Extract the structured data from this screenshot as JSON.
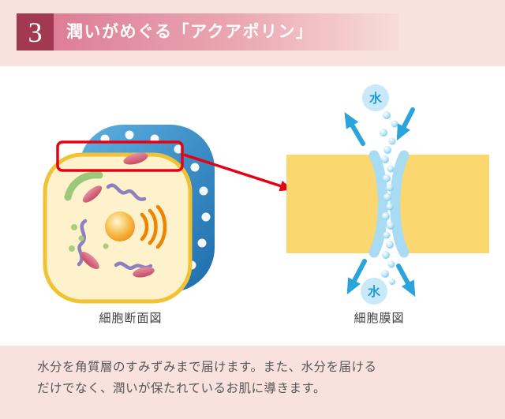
{
  "header": {
    "step_number": "3",
    "title": "潤いがめぐる「アクアポリン」"
  },
  "diagrams": {
    "cell": {
      "caption": "細胞断面図"
    },
    "membrane": {
      "caption": "細胞膜図",
      "water_label_top": "水",
      "water_label_bottom": "水"
    }
  },
  "description": {
    "line1": "水分を角質層のすみずみまで届けます。また、水分を届ける",
    "line2": "だけでなく、潤いが保たれているお肌に導きます。"
  },
  "colors": {
    "background_pink": "#f9e1de",
    "badge_maroon": "#a23950",
    "banner_pink_start": "#dd7e95",
    "banner_pink_end": "#f8dcd9",
    "membrane_yellow": "#fbd76f",
    "channel_light_blue": "#a9dbf3",
    "flow_arrow_blue": "#2aa4dd",
    "water_circle_blue": "#c9e9f8",
    "water_text_blue": "#1f9cd8",
    "highlight_red": "#e60012",
    "cell_outer_blue": "#2e86c5",
    "cell_body_cream": "#fdf2cc",
    "cell_border_yellow": "#f1c333",
    "nucleus_orange": "#ee8500",
    "body_text_gray": "#565656"
  }
}
